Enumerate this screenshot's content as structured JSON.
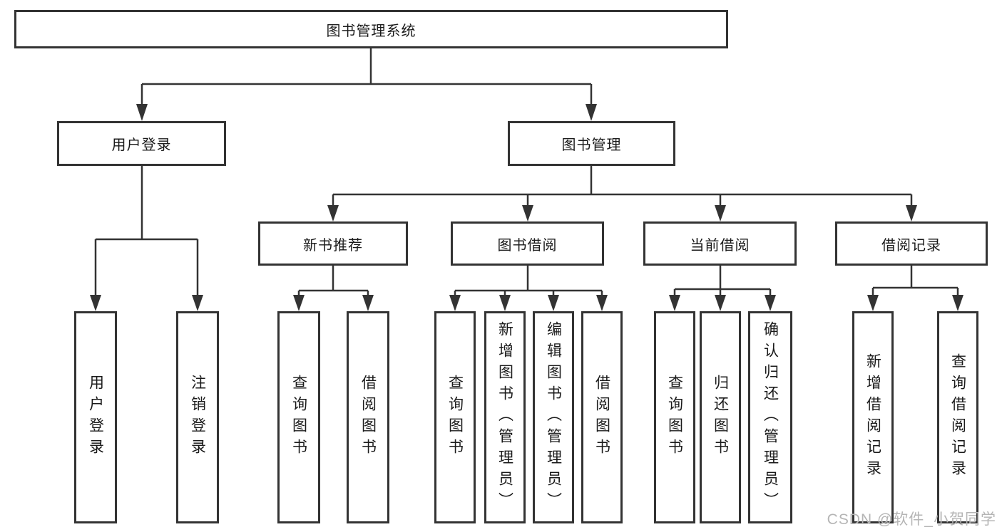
{
  "tree": {
    "label": "图书管理系统",
    "children": [
      {
        "label": "用户登录",
        "children": [
          {
            "label": "用户登录"
          },
          {
            "label": "注销登录"
          }
        ]
      },
      {
        "label": "图书管理",
        "children": [
          {
            "label": "新书推荐",
            "children": [
              {
                "label": "查询图书"
              },
              {
                "label": "借阅图书"
              }
            ]
          },
          {
            "label": "图书借阅",
            "children": [
              {
                "label": "查询图书"
              },
              {
                "label": "新增图书（管理员）"
              },
              {
                "label": "编辑图书（管理员）"
              },
              {
                "label": "借阅图书"
              }
            ]
          },
          {
            "label": "当前借阅",
            "children": [
              {
                "label": "查询图书"
              },
              {
                "label": "归还图书"
              },
              {
                "label": "确认归还（管理员）"
              }
            ]
          },
          {
            "label": "借阅记录",
            "children": [
              {
                "label": "新增借阅记录"
              },
              {
                "label": "查询借阅记录"
              }
            ]
          }
        ]
      }
    ]
  },
  "watermark": {
    "text": "CSDN @软件_小贺同学"
  },
  "colors": {
    "line": "#333333",
    "box_border": "#333333",
    "text": "#1a1a1a",
    "background": "#ffffff",
    "watermark": "#b5b5b5"
  }
}
